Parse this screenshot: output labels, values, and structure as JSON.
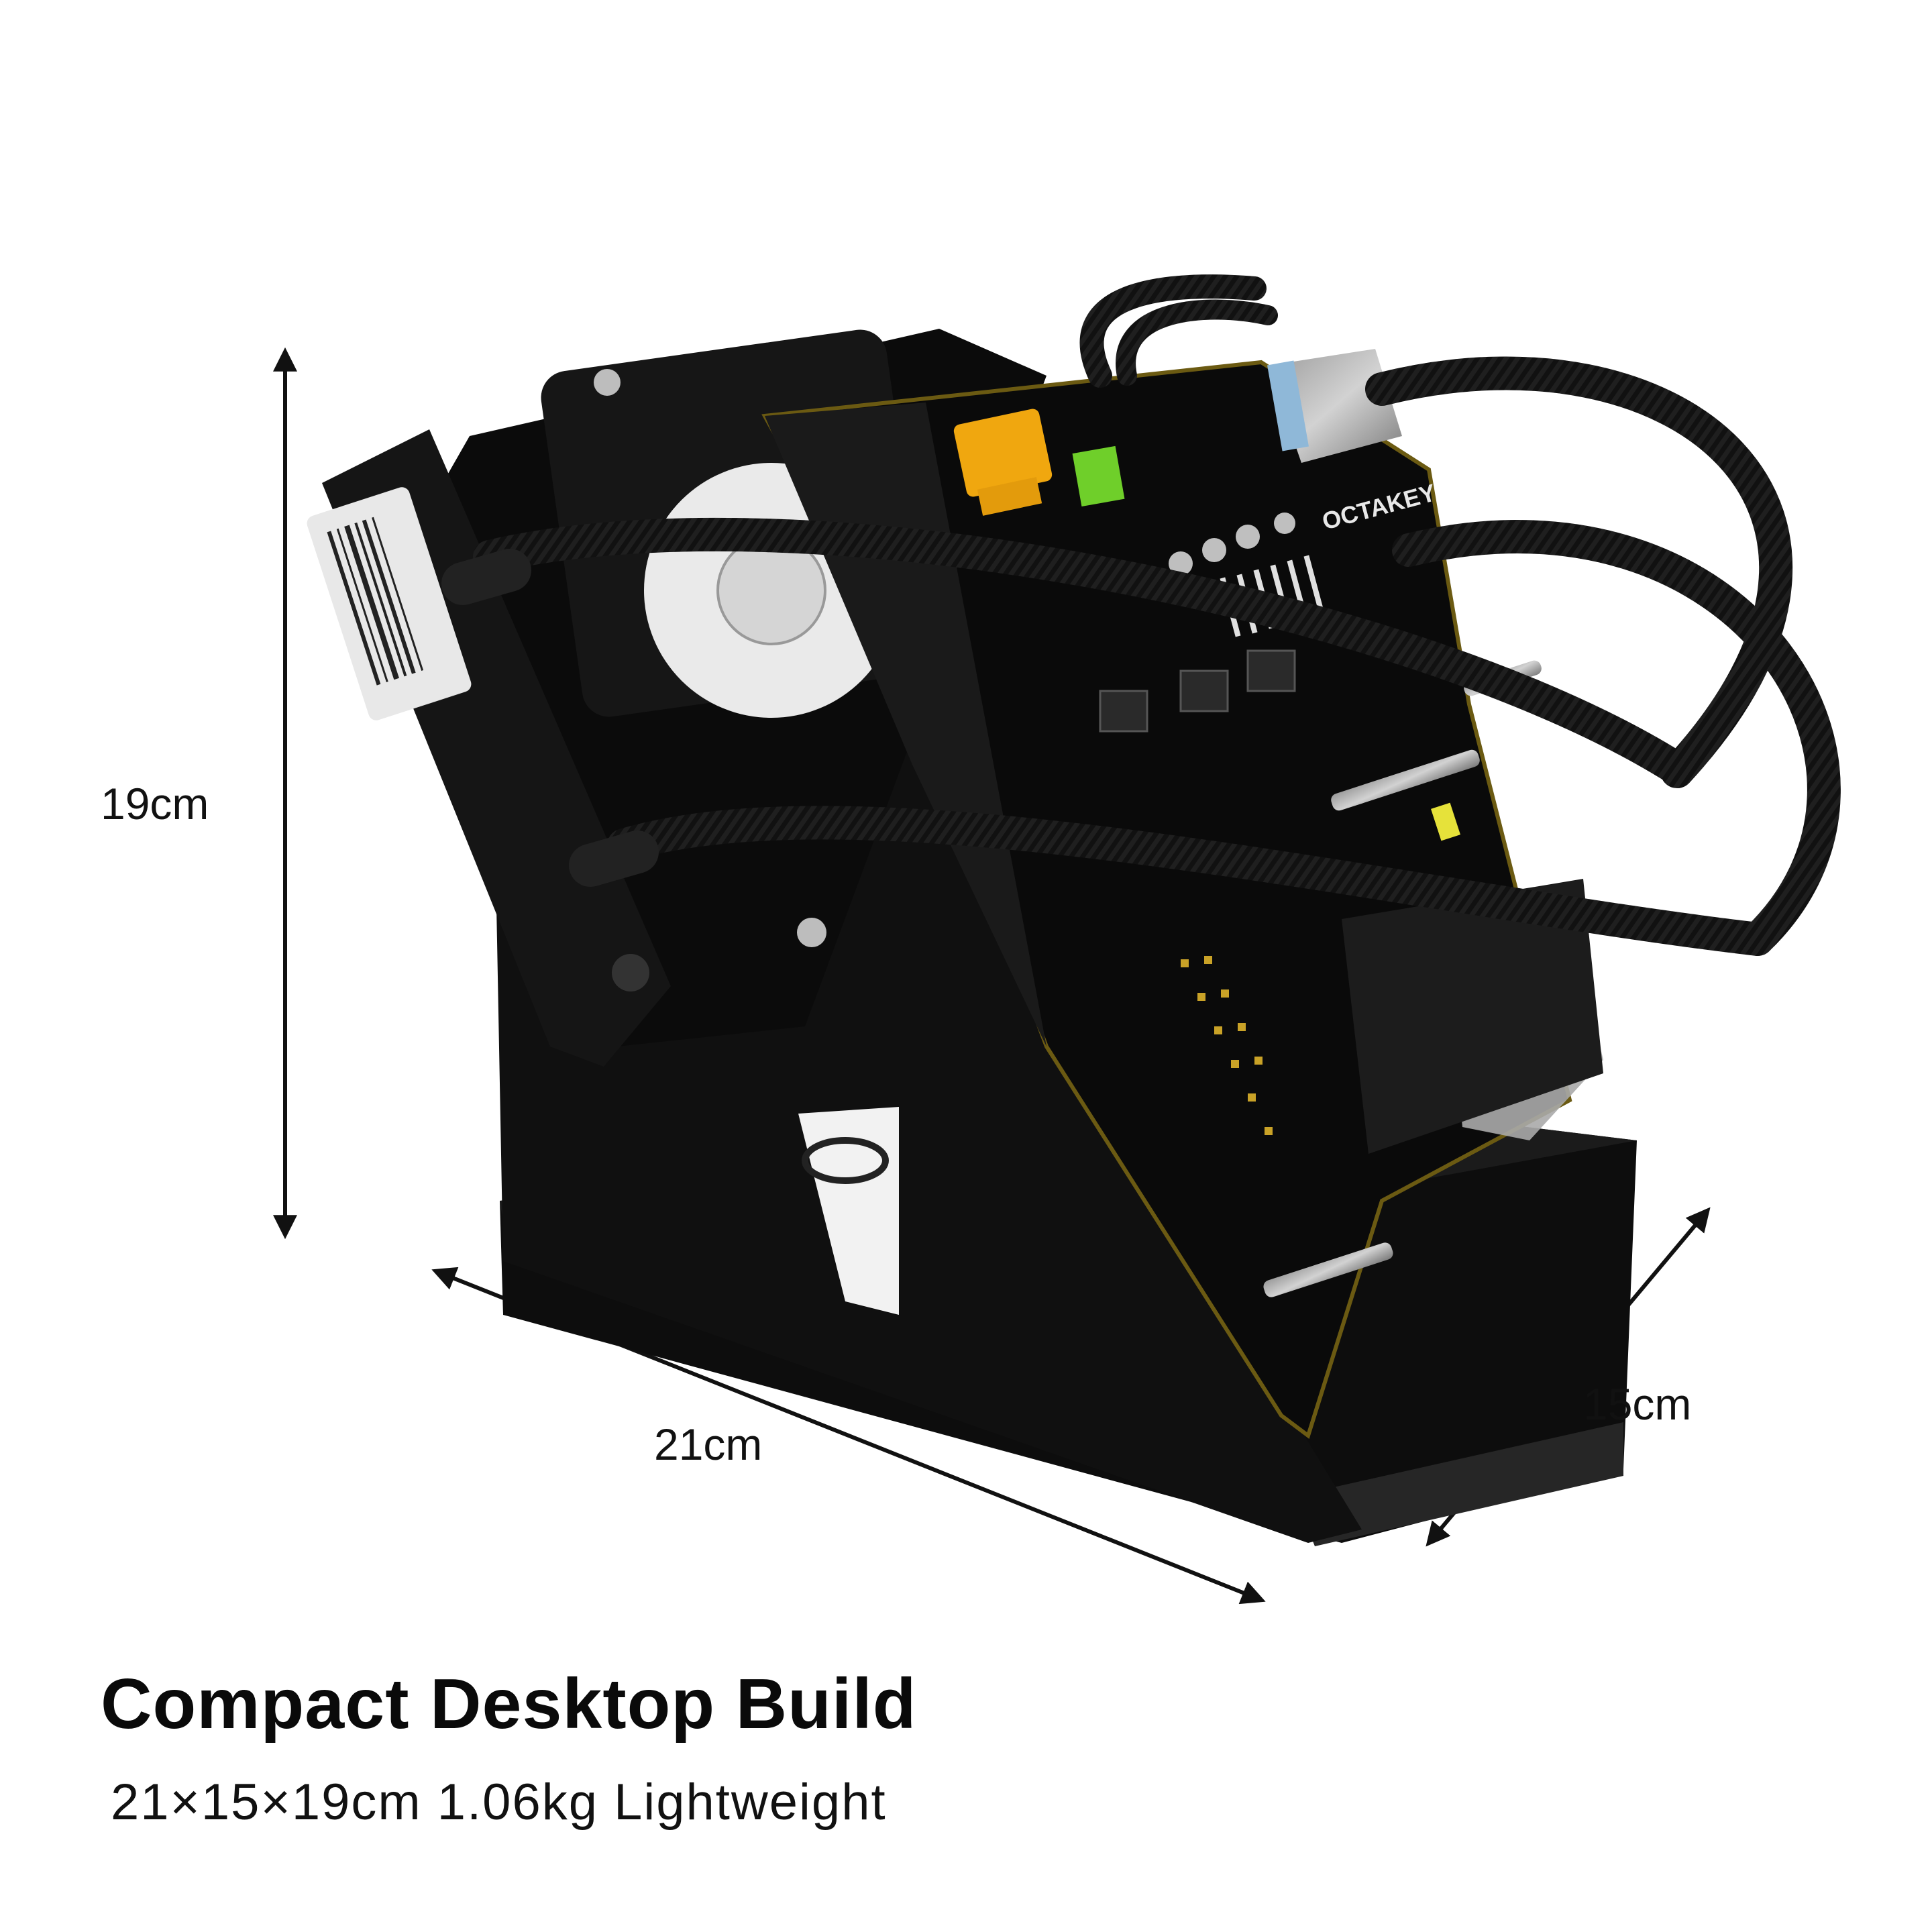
{
  "dimensions": {
    "height": "19cm",
    "width": "21cm",
    "depth": "15cm"
  },
  "board": {
    "brand": "OCTAKEY"
  },
  "caption": {
    "title": "Compact Desktop Build",
    "subtitle": "21×15×19cm  1.06kg  Lightweight"
  }
}
